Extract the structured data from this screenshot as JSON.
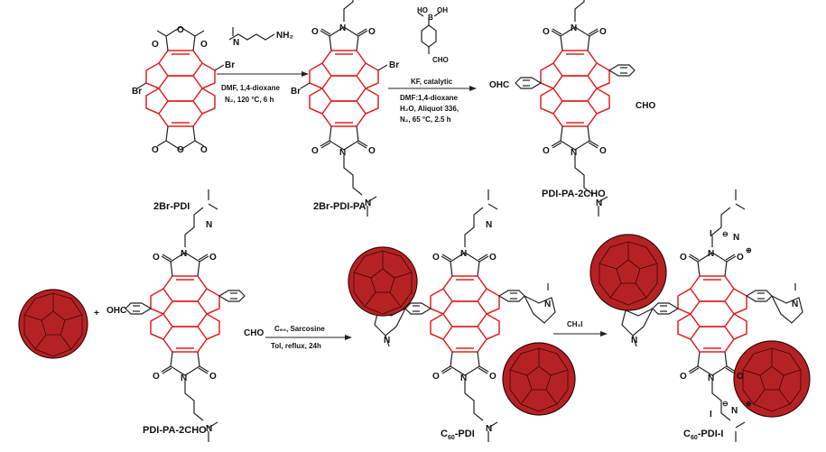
{
  "compounds": {
    "c1": "2Br-PDI",
    "c2": "2Br-PDI-PA",
    "c3": "PDI-PA-2CHO",
    "c4": "PDI-PA-2CHO",
    "c5": {
      "pre": "C",
      "sub": "60",
      "post": "-PDI"
    },
    "c6": {
      "pre": "C",
      "sub": "60",
      "post": "-PDI-I"
    }
  },
  "reactions": {
    "r1": [
      "DMF, 1,4-dioxane",
      "N₂, 120 °C, 6 h"
    ],
    "r2": [
      "KF, catalytic",
      "DMF:1,4-dioxane",
      "H₂O, Aliquot 336,",
      "N₂, 65 °C, 2.5 h"
    ],
    "r3": [
      "C₆₀, Sarcosine",
      "Tol, reflux, 24h"
    ],
    "r4": [
      "CH₃I"
    ]
  },
  "atoms": {
    "br": "Br",
    "o": "O",
    "n": "N",
    "nh2": "NH₂",
    "cho": "CHO",
    "ohc": "OHC",
    "b": "B",
    "oh": "OH",
    "ho": "HO",
    "iodide": "I",
    "plus_sign": "+",
    "charge_pos": "⊕",
    "charge_neg": "⊖"
  },
  "colors": {
    "perylene_core": "#e02020",
    "fullerene": "#b52224",
    "bond": "#222222"
  }
}
